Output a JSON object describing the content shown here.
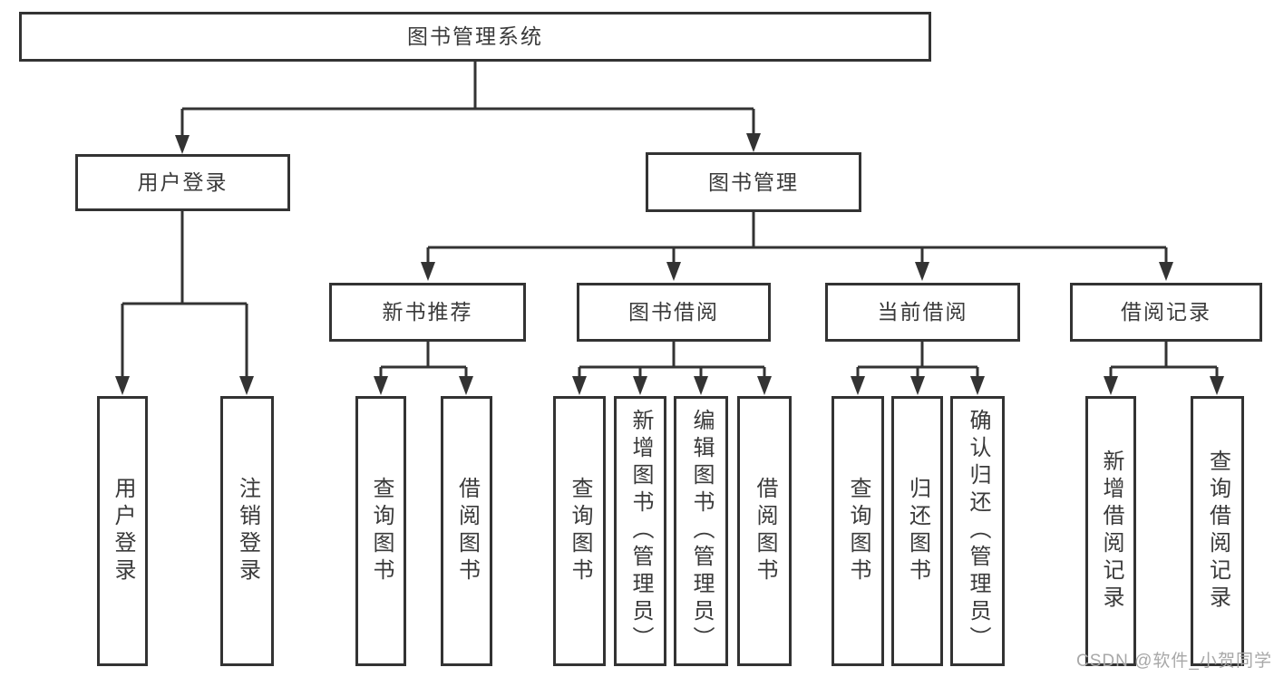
{
  "nodes": {
    "root": "图书管理系统",
    "user_login": "用户登录",
    "book_mgmt": "图书管理",
    "new_book_rec": "新书推荐",
    "book_borrow": "图书借阅",
    "current_borrow": "当前借阅",
    "borrow_record": "借阅记录",
    "leaf_user_login": "用户登录",
    "leaf_logout": "注销登录",
    "leaf_rec_query": "查询图书",
    "leaf_rec_borrow": "借阅图书",
    "leaf_bor_query": "查询图书",
    "leaf_bor_add": "新增图书（管理员）",
    "leaf_bor_edit": "编辑图书（管理员）",
    "leaf_bor_borrow": "借阅图书",
    "leaf_cur_query": "查询图书",
    "leaf_cur_return": "归还图书",
    "leaf_cur_confirm": "确认归还（管理员）",
    "leaf_recd_add": "新增借阅记录",
    "leaf_recd_query": "查询借阅记录"
  },
  "colors": {
    "line": "#333333",
    "text": "#3a3a3a",
    "watermark": "#a8a8a8"
  },
  "watermark": "CSDN @软件_小贺同学"
}
